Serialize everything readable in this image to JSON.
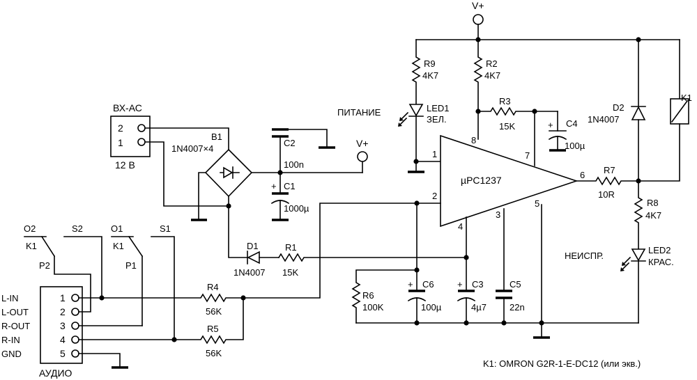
{
  "supply": {
    "vplus_top": "V+",
    "vplus_mid": "V+"
  },
  "connector_in": {
    "name": "ВХ-АС",
    "pin2": "2",
    "pin1": "1",
    "voltage": "12 В"
  },
  "bridge": {
    "ref": "B1",
    "part": "1N4007×4"
  },
  "c2": {
    "ref": "C2",
    "value": "100n"
  },
  "c1": {
    "ref": "C1",
    "value": "1000µ",
    "polarity": "+"
  },
  "d1": {
    "ref": "D1",
    "part": "1N4007"
  },
  "r1": {
    "ref": "R1",
    "value": "15K"
  },
  "r9": {
    "ref": "R9",
    "value": "4K7"
  },
  "r2": {
    "ref": "R2",
    "value": "4K7"
  },
  "r3": {
    "ref": "R3",
    "value": "15K"
  },
  "c4": {
    "ref": "C4",
    "value": "100µ",
    "polarity": "+"
  },
  "led1": {
    "ref": "LED1",
    "color": "ЗЕЛ.",
    "label": "ПИТАНИЕ"
  },
  "ic": {
    "part": "µPC1237",
    "pins": {
      "p1": "1",
      "p2": "2",
      "p3": "3",
      "p4": "4",
      "p5": "5",
      "p6": "6",
      "p7": "7",
      "p8": "8"
    }
  },
  "d2": {
    "ref": "D2",
    "part": "1N4007"
  },
  "k1": {
    "ref": "K1"
  },
  "r7": {
    "ref": "R7",
    "value": "10R"
  },
  "r8": {
    "ref": "R8",
    "value": "4K7"
  },
  "led2": {
    "ref": "LED2",
    "color": "КРАС.",
    "label": "НЕИСПР."
  },
  "r6": {
    "ref": "R6",
    "value": "100K"
  },
  "c6": {
    "ref": "C6",
    "value": "100µ",
    "polarity": "+"
  },
  "c3": {
    "ref": "C3",
    "value": "4µ7",
    "polarity": "+"
  },
  "c5": {
    "ref": "C5",
    "value": "22n"
  },
  "r4": {
    "ref": "R4",
    "value": "56K"
  },
  "r5": {
    "ref": "R5",
    "value": "56K"
  },
  "relay_contacts": {
    "o2": "O2",
    "s2": "S2",
    "k1_a": "K1",
    "p2": "P2",
    "o1": "O1",
    "s1": "S1",
    "k1_b": "K1",
    "p1": "P1"
  },
  "audio": {
    "name": "АУДИО",
    "signals": [
      "L-IN",
      "L-OUT",
      "R-OUT",
      "R-IN",
      "GND"
    ],
    "pins": [
      "1",
      "2",
      "3",
      "4",
      "5"
    ]
  },
  "note": "K1: OMRON G2R-1-E-DC12 (или экв.)"
}
